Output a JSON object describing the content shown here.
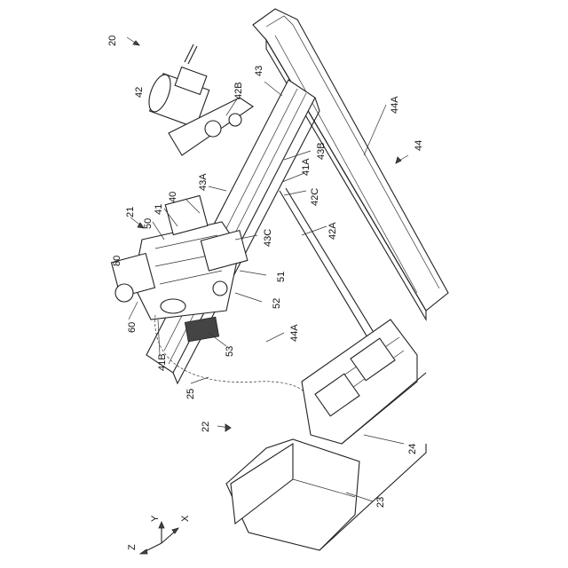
{
  "labels": {
    "l20": "20",
    "l42": "42",
    "l42b": "42B",
    "l43": "43",
    "l44a_top": "44A",
    "l44": "44",
    "l43b": "43B",
    "l41a": "41A",
    "l43a": "43A",
    "l42c": "42C",
    "l21": "21",
    "l40": "40",
    "l41": "41",
    "l50": "50",
    "l42a": "42A",
    "l43c": "43C",
    "l80": "80",
    "l51": "51",
    "l60": "60",
    "l52": "52",
    "l44a_mid": "44A",
    "l53": "53",
    "l41b": "41B",
    "l25": "25",
    "l22": "22",
    "l24": "24",
    "l23": "23"
  },
  "axes": {
    "x": "X",
    "y": "Y",
    "z": "Z"
  }
}
